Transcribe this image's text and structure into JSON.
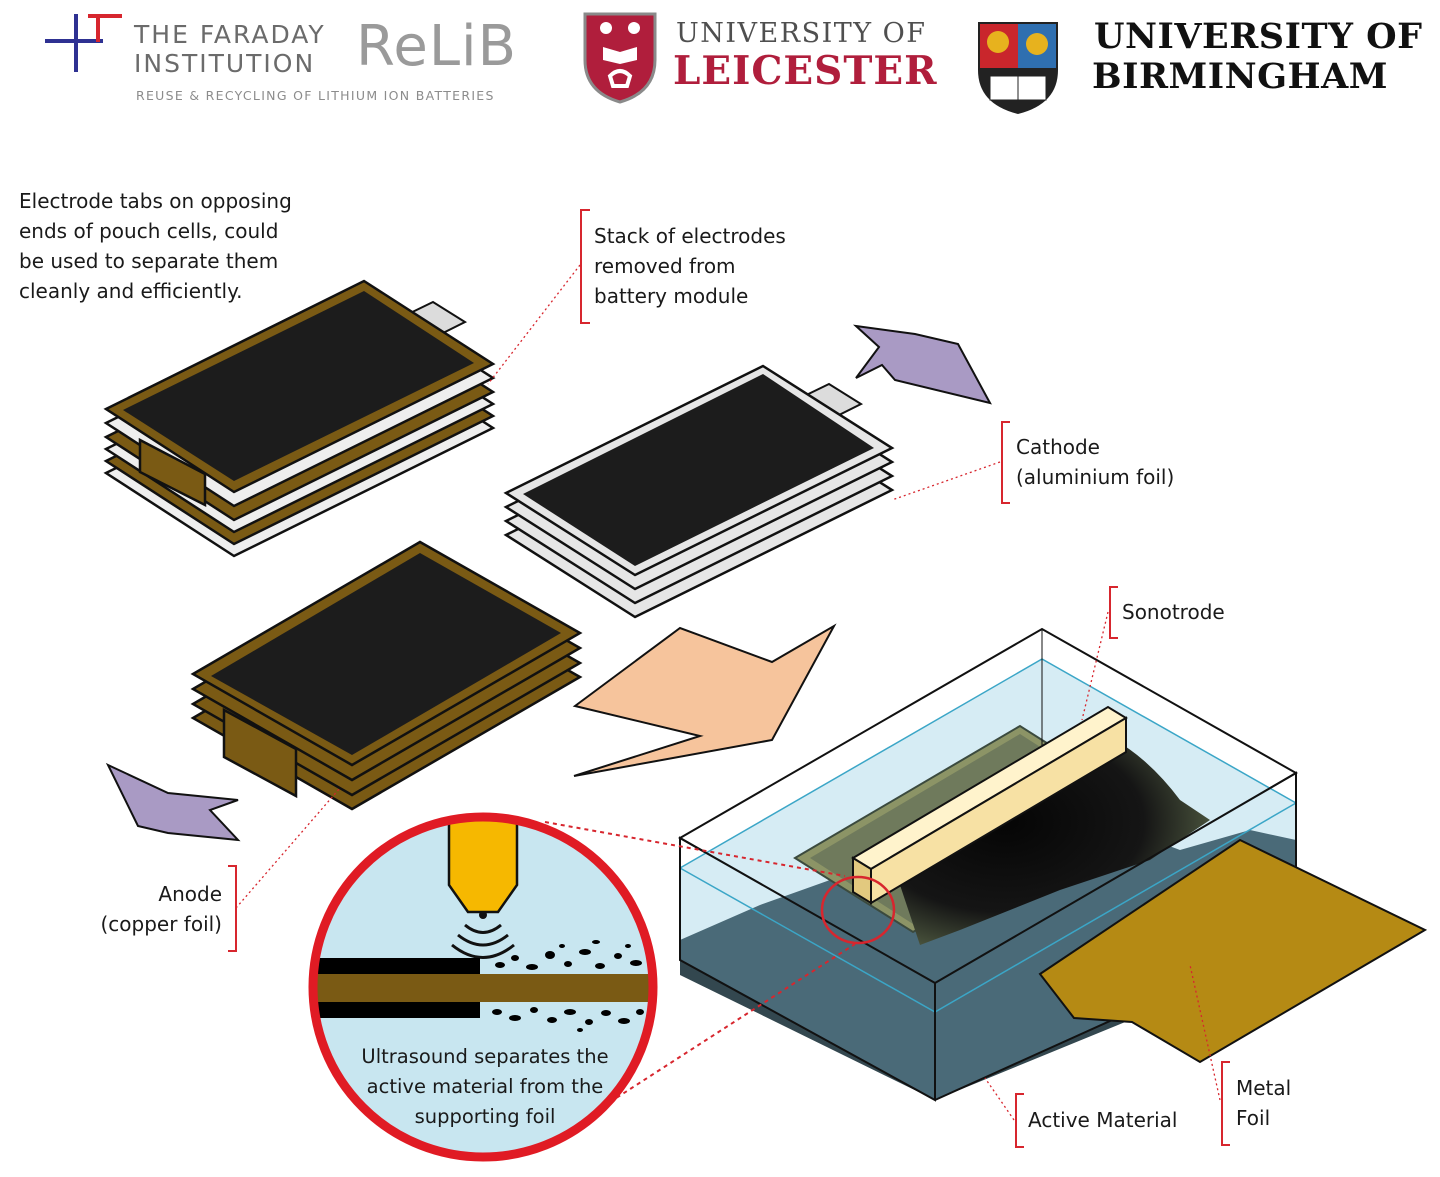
{
  "logos": {
    "faraday": {
      "name": "THE FARADAY\nINSTITUTION"
    },
    "relib": {
      "name": "ReLiB",
      "subtitle": "REUSE & RECYCLING OF LITHIUM ION BATTERIES"
    },
    "leicester": {
      "line1": "UNIVERSITY OF",
      "line2": "LEICESTER"
    },
    "birmingham": {
      "line1": "UNIVERSITY OF",
      "line2": "BIRMINGHAM"
    }
  },
  "labels": {
    "tabs_note": "Electrode tabs on opposing\nends of pouch cells, could\nbe used to separate them\ncleanly and efficiently.",
    "stack": "Stack of electrodes\nremoved from\nbattery module",
    "cathode": "Cathode\n(aluminium foil)",
    "sonotrode": "Sonotrode",
    "anode": "Anode\n(copper foil)",
    "active_material": "Active Material",
    "metal_foil": "Metal\nFoil",
    "ultrasound": "Ultrasound separates the\nactive material from the\nsupporting foil"
  },
  "colors": {
    "accent_red": "#d7262e",
    "copper_foil": "#7a5a14",
    "metal_foil": "#b58a14",
    "coating": "#1c1c1c",
    "aluminium_foil": "#e6e6e6",
    "water": "#c8e6f0",
    "sediment": "#4a6a78",
    "sonotrode": "#f7e1a4",
    "arrow_purple": "#a99ac4",
    "arrow_peach": "#f6c49c"
  }
}
